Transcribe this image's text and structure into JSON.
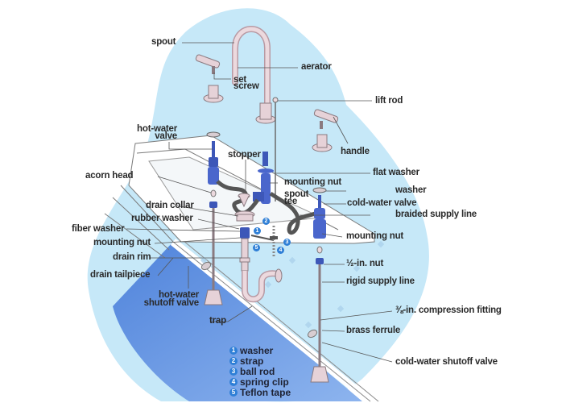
{
  "diagram": {
    "title": "Bathroom sink faucet and drain parts",
    "colors": {
      "background_wash": "#c9e9f8",
      "floor_blue": "#5b8fe0",
      "valve_blue": "#3d57b8",
      "chrome_pink": "#e8d3d8",
      "leader_line": "#555555",
      "label_text": "#2a2a2a",
      "badge_blue": "#2f7fd6"
    },
    "labels": {
      "spout": "spout",
      "aerator": "aerator",
      "set_screw_1": "set",
      "set_screw_2": "screw",
      "lift_rod": "lift rod",
      "handle": "handle",
      "hot_water_valve_1": "hot-water",
      "hot_water_valve_2": "valve",
      "stopper": "stopper",
      "flat_washer": "flat washer",
      "mounting_nut_top": "mounting nut",
      "washer": "washer",
      "spout_tee_1": "spout",
      "spout_tee_2": "tee",
      "cold_water_valve": "cold-water valve",
      "braided_supply_line": "braided supply line",
      "acorn_head": "acorn head",
      "drain_collar": "drain collar",
      "rubber_washer": "rubber washer",
      "fiber_washer": "fiber washer",
      "mounting_nut_left": "mounting nut",
      "mounting_nut_right": "mounting nut",
      "drain_rim": "drain rim",
      "drain_tailpiece": "drain tailpiece",
      "half_inch_nut": "½-in. nut",
      "rigid_supply_line": "rigid supply line",
      "hot_water_shutoff_1": "hot-water",
      "hot_water_shutoff_2": "shutoff valve",
      "compression_fitting": "⅜-in. compression fitting",
      "trap": "trap",
      "brass_ferrule": "brass ferrule",
      "cold_water_shutoff_valve": "cold-water shutoff valve"
    },
    "legend": [
      {
        "num": "1",
        "label": "washer"
      },
      {
        "num": "2",
        "label": "strap"
      },
      {
        "num": "3",
        "label": "ball rod"
      },
      {
        "num": "4",
        "label": "spring clip"
      },
      {
        "num": "5",
        "label": "Teflon tape"
      }
    ]
  }
}
